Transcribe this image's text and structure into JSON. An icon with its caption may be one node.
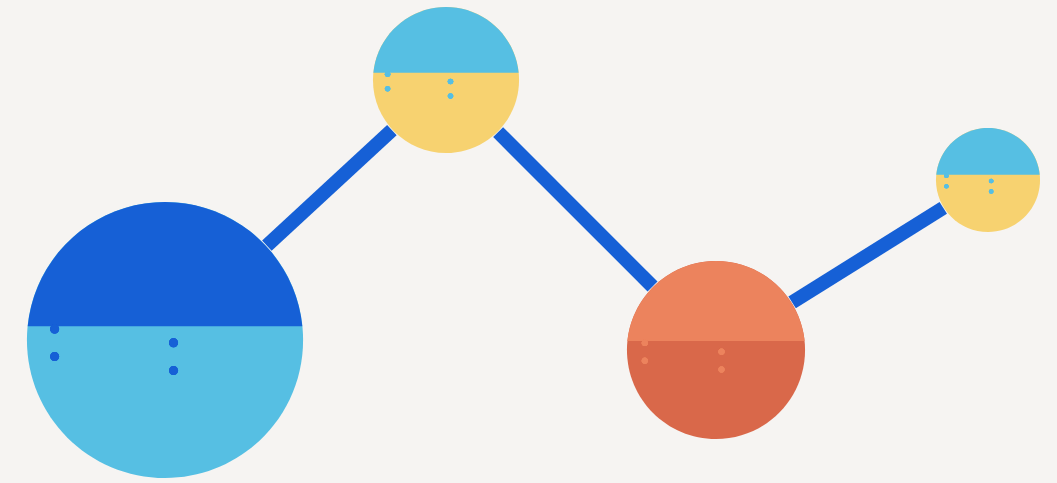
{
  "diagram": {
    "nodes": [
      {
        "text": [],
        "shape": "circle"
      },
      {
        "text": [],
        "shape": "circle"
      },
      {
        "text": [],
        "shape": "circle"
      },
      {
        "text": [],
        "shape": "circle"
      }
    ],
    "edges": [
      {
        "from": 0,
        "to": 1,
        "arrow": "none"
      },
      {
        "from": 1,
        "to": 2,
        "arrow": "none"
      },
      {
        "from": 2,
        "to": 3,
        "arrow": "none"
      }
    ]
  }
}
